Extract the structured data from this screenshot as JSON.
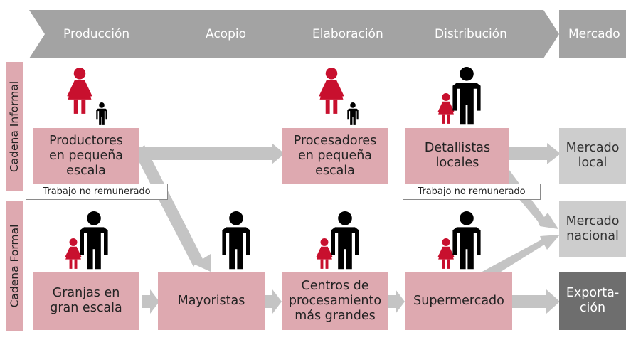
{
  "stages": [
    "Producción",
    "Acopio",
    "Elaboración",
    "Distribución",
    "Mercado"
  ],
  "rows": {
    "informal": "Cadena Informal",
    "formal": "Cadena Formal"
  },
  "informal": {
    "producers": "Productores\nen pequeña\nescala",
    "processors": "Procesadores\nen pequeña\nescala",
    "retailers": "Detallistas\nlocales",
    "note_left": "Trabajo no remunerado",
    "note_right": "Trabajo no remunerado"
  },
  "formal": {
    "farms": "Granjas en\ngran escala",
    "wholesalers": "Mayoristas",
    "processing": "Centros de\nprocesamiento\nmás grandes",
    "supermarket": "Supermercado"
  },
  "markets": {
    "local": "Mercado\nlocal",
    "national": "Mercado\nnacional",
    "export": "Exporta-\nción"
  },
  "colors": {
    "chevron": "#a3a3a3",
    "box_pink": "#dea9b0",
    "woman": "#c8102e",
    "man": "#000000",
    "arrow": "#c4c4c4",
    "market_light": "#cdcdcd",
    "market_dark": "#6e6e6e"
  },
  "icons": [
    "woman-icon",
    "man-icon",
    "girl-icon",
    "boy-icon"
  ]
}
